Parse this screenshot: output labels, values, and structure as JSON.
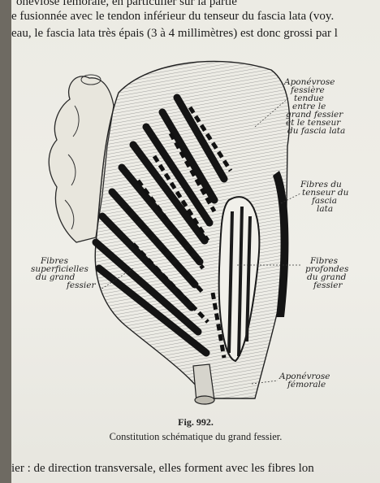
{
  "text": {
    "line_top_partial": "oneviose femorale, en particulier sur la partie",
    "line_1": "e fusionnée avec le tendon inférieur du tenseur du fascia lata (voy.",
    "line_2": "eau, le fascia lata très épais (3 à 4 millimètres) est donc grossi par l",
    "line_bottom": "ier : de direction transversale, elles forment avec les fibres lon"
  },
  "figure": {
    "labels": {
      "aponevrose_fessiere": [
        "Aponévrose",
        "fessière",
        "tendue",
        "entre le",
        "grand fessier",
        "et le tenseur",
        "du fascia lata"
      ],
      "fibres_tenseur": [
        "Fibres du",
        "tenseur du",
        "fascia",
        "lata"
      ],
      "fibres_superficielles": [
        "Fibres",
        "superficielles",
        "du grand",
        "fessier"
      ],
      "fibres_profondes": [
        "Fibres",
        "profondes",
        "du grand",
        "fessier"
      ],
      "aponevrose_femorale": [
        "Aponévrose",
        "fémorale"
      ]
    },
    "number": "Fig. 992.",
    "caption": "Constitution schématique du grand fessier."
  }
}
